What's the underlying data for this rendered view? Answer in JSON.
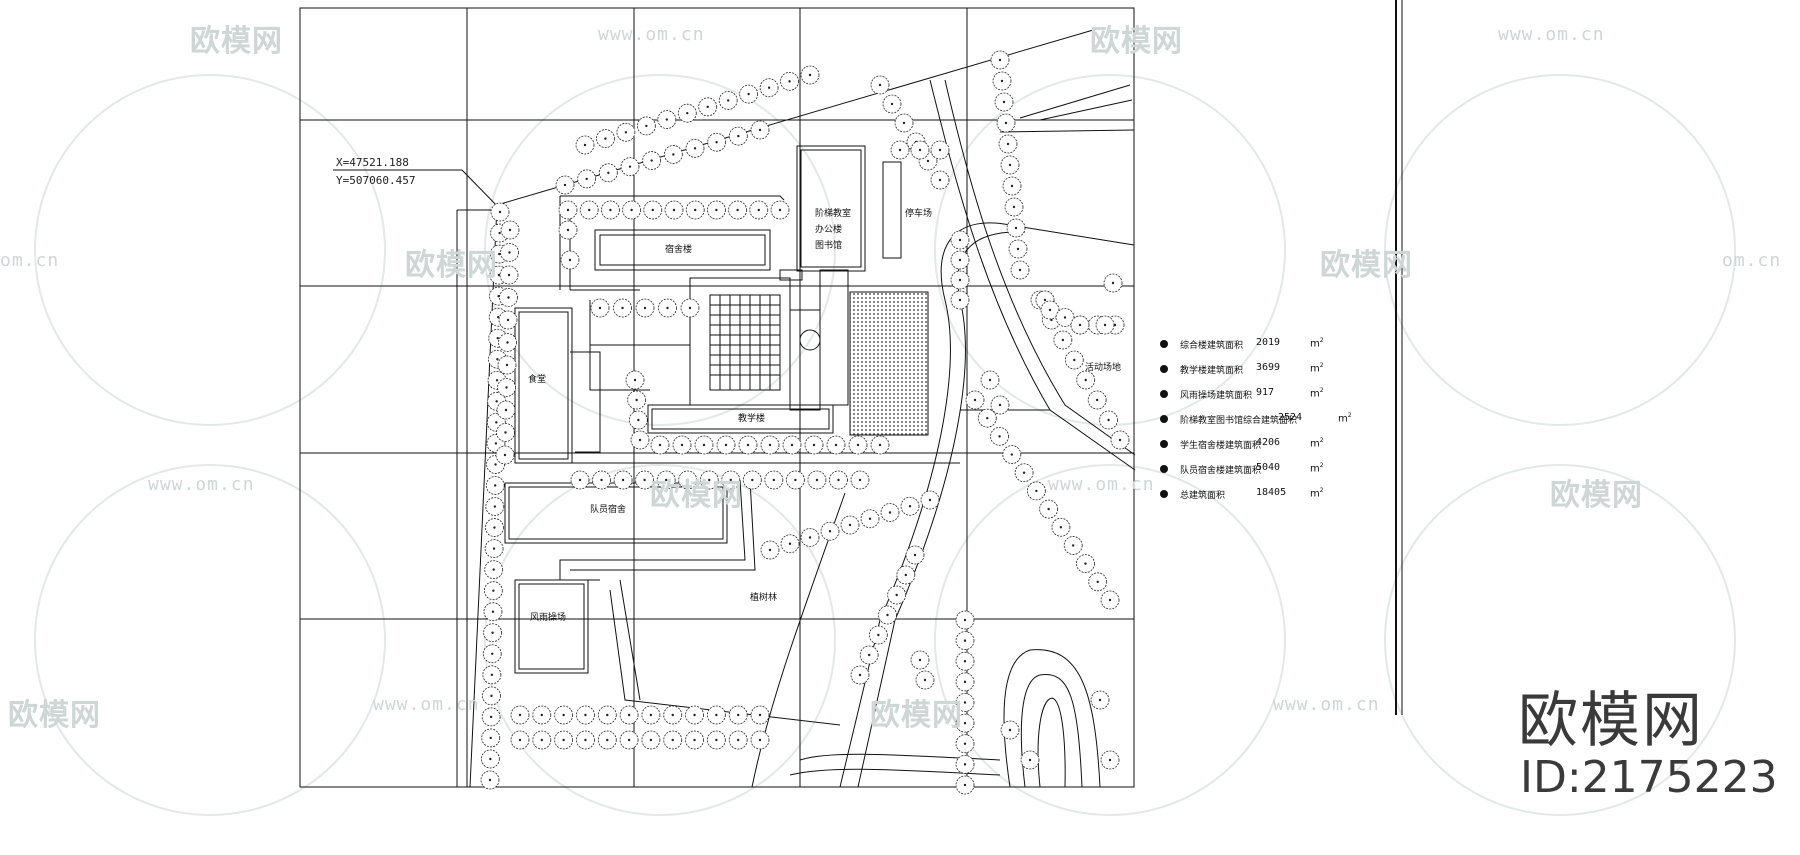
{
  "watermark": {
    "logo_text": "欧模网",
    "url_text": "www.om.cn",
    "partial_url_text": "om.cn"
  },
  "plan": {
    "coordinate": {
      "x": "X=47521.188",
      "y": "Y=507060.457"
    },
    "buildings": {
      "dormitory": "宿舍楼",
      "admin_library_line1": "阶梯教室",
      "admin_library_line2": "办公楼",
      "admin_library_line3": "图书馆",
      "parking": "停车场",
      "canteen": "食堂",
      "teaching": "教学楼",
      "activity_ground": "活动场地",
      "staff_dorm": "队员宿舍",
      "woods": "植树林",
      "training_hall": "风雨操场"
    }
  },
  "legend": {
    "items": [
      {
        "label": "综合楼建筑面积",
        "value": "2019",
        "unit": "m",
        "sup": "2"
      },
      {
        "label": "教学楼建筑面积",
        "value": "3699",
        "unit": "m",
        "sup": "2"
      },
      {
        "label": "风雨操场建筑面积",
        "value": "917",
        "unit": "m",
        "sup": "2"
      },
      {
        "label": "阶梯教室图书馆综合建筑面积",
        "value": "2524",
        "unit": "m",
        "sup": "2"
      },
      {
        "label": "学生宿舍楼建筑面积",
        "value": "4206",
        "unit": "m",
        "sup": "2"
      },
      {
        "label": "队员宿舍楼建筑面积",
        "value": "5040",
        "unit": "m",
        "sup": "2"
      },
      {
        "label": "总建筑面积",
        "value": "18405",
        "unit": "m",
        "sup": "2"
      }
    ]
  },
  "brand": {
    "name": "欧模网",
    "id": "ID:2175223"
  },
  "colors": {
    "line": "#111111",
    "watermark": "#cfd6d6",
    "brand": "#3a3a3a"
  }
}
